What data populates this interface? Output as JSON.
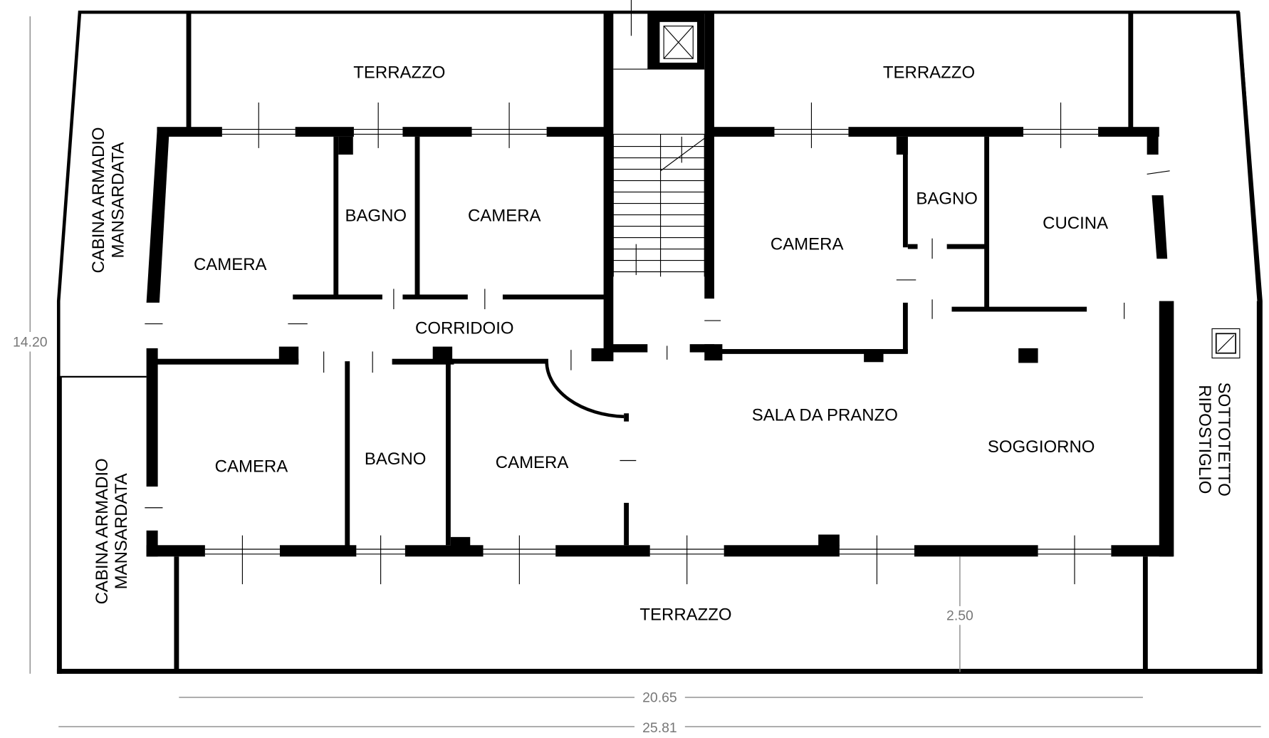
{
  "rooms": {
    "terrazzo_top_left": "TERRAZZO",
    "terrazzo_top_right": "TERRAZZO",
    "terrazzo_bottom": "TERRAZZO",
    "camera_1": "CAMERA",
    "bagno_1": "BAGNO",
    "camera_2": "CAMERA",
    "camera_3": "CAMERA",
    "bagno_2": "BAGNO",
    "cucina": "CUCINA",
    "corridoio": "CORRIDOIO",
    "camera_4": "CAMERA",
    "bagno_3": "BAGNO",
    "camera_5": "CAMERA",
    "sala_da_pranzo": "SALA DA PRANZO",
    "soggiorno": "SOGGIORNO",
    "cabina_top_line1": "CABINA ARMADIO",
    "cabina_top_line2": "MANSARDATA",
    "cabina_bottom_line1": "CABINA ARMADIO",
    "cabina_bottom_line2": "MANSARDATA",
    "sottotetto_line1": "SOTTOTETTO",
    "sottotetto_line2": "RIPOSTIGLIO"
  },
  "dimensions": {
    "height": "14.20",
    "inner_width": "20.65",
    "total_width": "25.81",
    "terrace_depth": "2.50"
  }
}
